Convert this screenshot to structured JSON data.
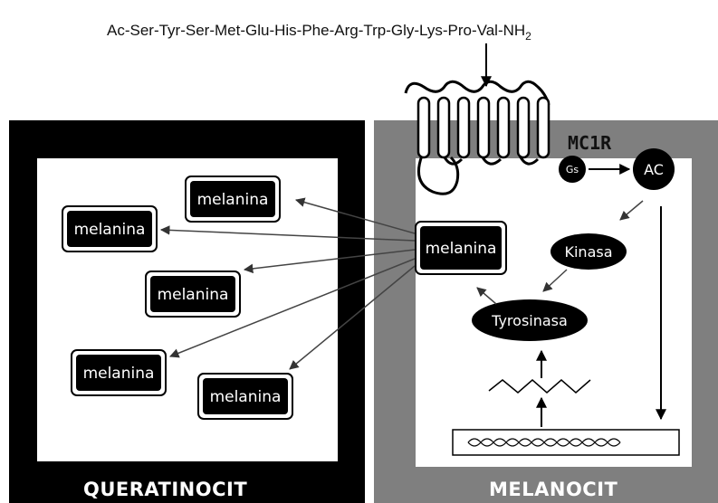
{
  "peptide": {
    "sequence": "Ac-Ser-Tyr-Ser-Met-Glu-His-Phe-Arg-Trp-Gly-Lys-Pro-Val-NH",
    "subscript": "2"
  },
  "receptor": {
    "label": "MC1R"
  },
  "keratinocyte": {
    "label": "QUERATINOCIT"
  },
  "melanocyte": {
    "label": "MELANOCIT"
  },
  "pathway": {
    "gs_label": "Gs",
    "ac_label": "AC",
    "kinase_label": "Kinasa",
    "tyrosinase_label": "Tyrosinasa",
    "source_melanin_label": "melanina"
  },
  "melanin_granules": [
    {
      "label": "melanina"
    },
    {
      "label": "melanina"
    },
    {
      "label": "melanina"
    },
    {
      "label": "melanina"
    },
    {
      "label": "melanina"
    }
  ],
  "colors": {
    "keratinocyte_border": "#000000",
    "melanocyte_border": "#7f7f7f",
    "node_fill": "#000000",
    "background": "#ffffff"
  }
}
